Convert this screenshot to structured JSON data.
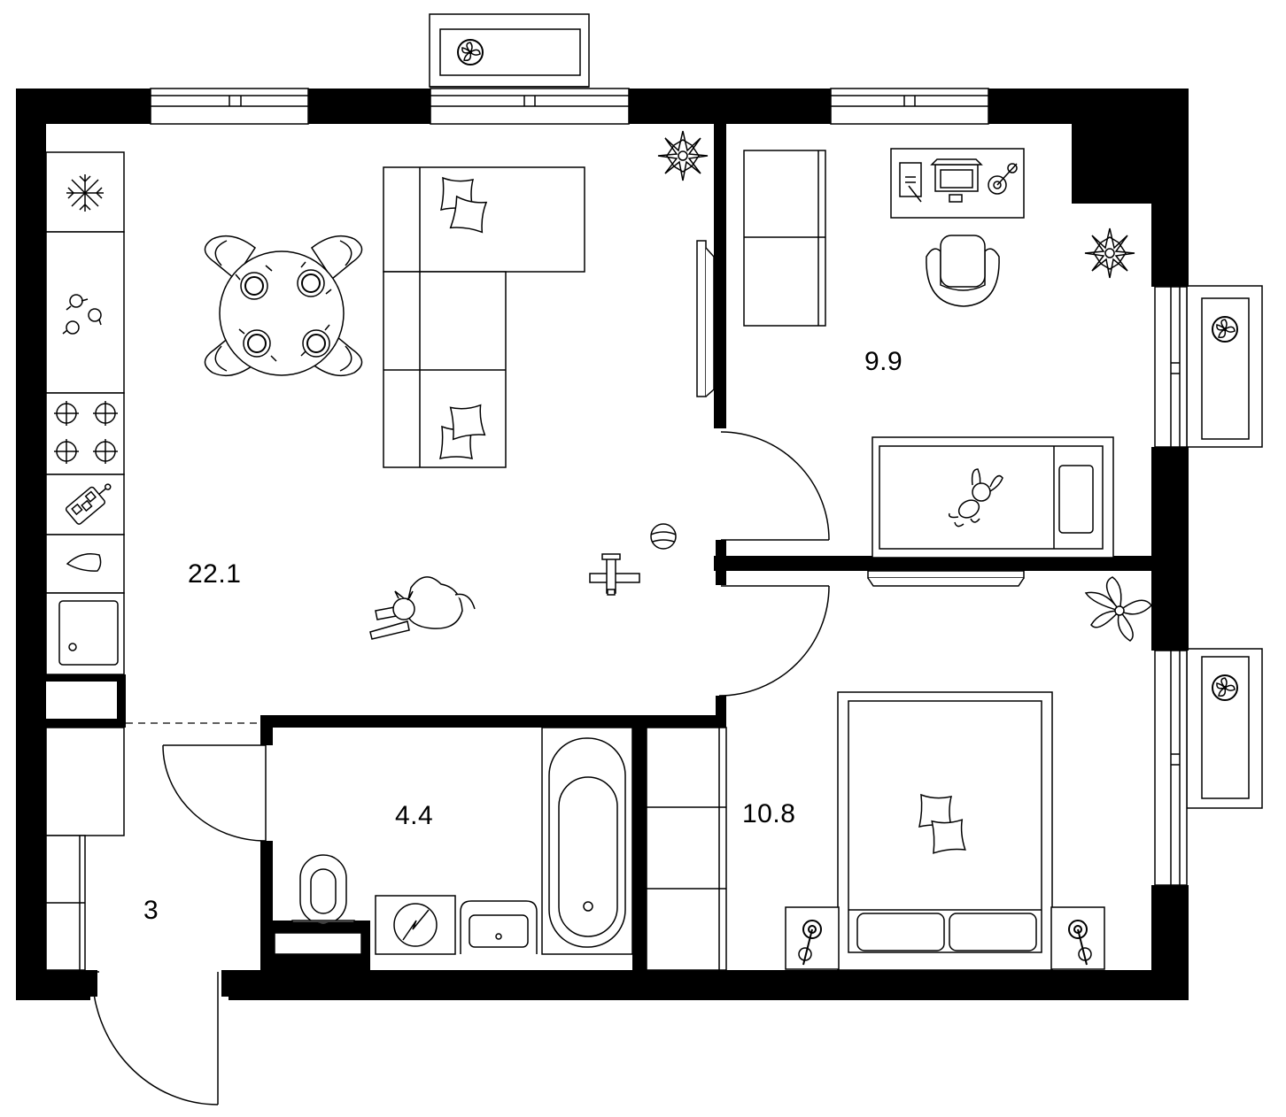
{
  "plan": {
    "colors": {
      "wall": "#000000",
      "line": "#000000",
      "floor": "#ffffff"
    },
    "rooms": [
      {
        "id": "living-kitchen",
        "area": "22.1"
      },
      {
        "id": "bedroom-child",
        "area": "9.9"
      },
      {
        "id": "bathroom",
        "area": "4.4"
      },
      {
        "id": "bedroom-master",
        "area": "10.8"
      },
      {
        "id": "hallway",
        "area": "3"
      }
    ],
    "icons": [
      "fridge-snowflake-icon",
      "sink-icon",
      "hob-icon",
      "cutting-board-icon",
      "dining-table-icon",
      "sofa-icon",
      "plant-icon",
      "cat-icon",
      "toy-plane-icon",
      "ball-icon",
      "desk-icon",
      "laptop-icon",
      "chair-icon",
      "bed-icon",
      "teddy-bunny-icon",
      "double-bed-icon",
      "nightstand-lamp-icon",
      "bathtub-icon",
      "toilet-icon",
      "washing-machine-icon",
      "wash-basin-icon",
      "air-conditioner-icon",
      "window-icon",
      "door-icon"
    ]
  }
}
